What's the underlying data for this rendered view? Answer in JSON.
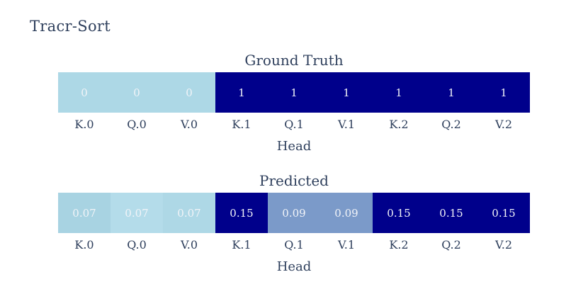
{
  "figure": {
    "title": "Tracr-Sort"
  },
  "colors": {
    "background": "#ffffff",
    "label_text": "#2e3f5c",
    "cell_text": "#f2f4f8",
    "low_color": "#add8e6",
    "high_color": "#00008b",
    "mid_color": "#7b9ac9"
  },
  "chart_data": [
    {
      "type": "heatmap",
      "title": "Ground Truth",
      "xlabel": "Head",
      "categories": [
        "K.0",
        "Q.0",
        "V.0",
        "K.1",
        "Q.1",
        "V.1",
        "K.2",
        "Q.2",
        "V.2"
      ],
      "values": [
        0,
        0,
        0,
        1,
        1,
        1,
        1,
        1,
        1
      ],
      "cell_labels": [
        "0",
        "0",
        "0",
        "1",
        "1",
        "1",
        "1",
        "1",
        "1"
      ],
      "cell_colors": [
        "#add8e6",
        "#add8e6",
        "#add8e6",
        "#00008b",
        "#00008b",
        "#00008b",
        "#00008b",
        "#00008b",
        "#00008b"
      ],
      "value_range": [
        0,
        1
      ],
      "grid": false,
      "legend": false
    },
    {
      "type": "heatmap",
      "title": "Predicted",
      "xlabel": "Head",
      "categories": [
        "K.0",
        "Q.0",
        "V.0",
        "K.1",
        "Q.1",
        "V.1",
        "K.2",
        "Q.2",
        "V.2"
      ],
      "values": [
        0.07,
        0.07,
        0.07,
        0.15,
        0.09,
        0.09,
        0.15,
        0.15,
        0.15
      ],
      "cell_labels": [
        "0.07",
        "0.07",
        "0.07",
        "0.15",
        "0.09",
        "0.09",
        "0.15",
        "0.15",
        "0.15"
      ],
      "cell_colors": [
        "#a8d3e2",
        "#b4dcea",
        "#aed8e6",
        "#00008b",
        "#7b9ac9",
        "#7b9ac9",
        "#00008b",
        "#00008b",
        "#00008b"
      ],
      "value_range": [
        0,
        1
      ],
      "grid": false,
      "legend": false
    }
  ]
}
